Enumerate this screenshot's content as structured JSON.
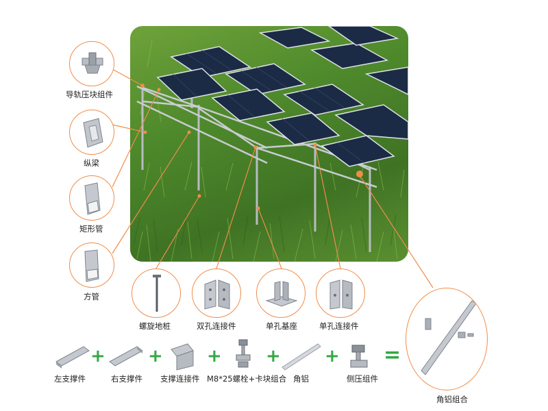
{
  "callouts": {
    "rail_clamp": "导轨压块组件",
    "longitudinal_beam": "纵梁",
    "rect_tube": "矩形管",
    "square_tube": "方管",
    "spiral_pile": "螺旋地桩",
    "double_hole_connector": "双孔连接件",
    "single_hole_base": "单孔基座",
    "single_hole_connector": "单孔连接件",
    "angle_aluminum_assembly": "角铝组合"
  },
  "formula": {
    "left_support": "左支撑件",
    "right_support": "右支撑件",
    "support_connector": "支撑连接件",
    "bolt_block": "M8*25螺栓+卡块组合",
    "angle_aluminum": "角铝",
    "side_clamp": "侧压组件",
    "plus_sign": "+",
    "equals_sign": "="
  },
  "colors": {
    "accent_orange": "#f08c4a",
    "plus_green": "#34a844",
    "grass": "#4f8a2c",
    "panel": "#1c2b45"
  }
}
